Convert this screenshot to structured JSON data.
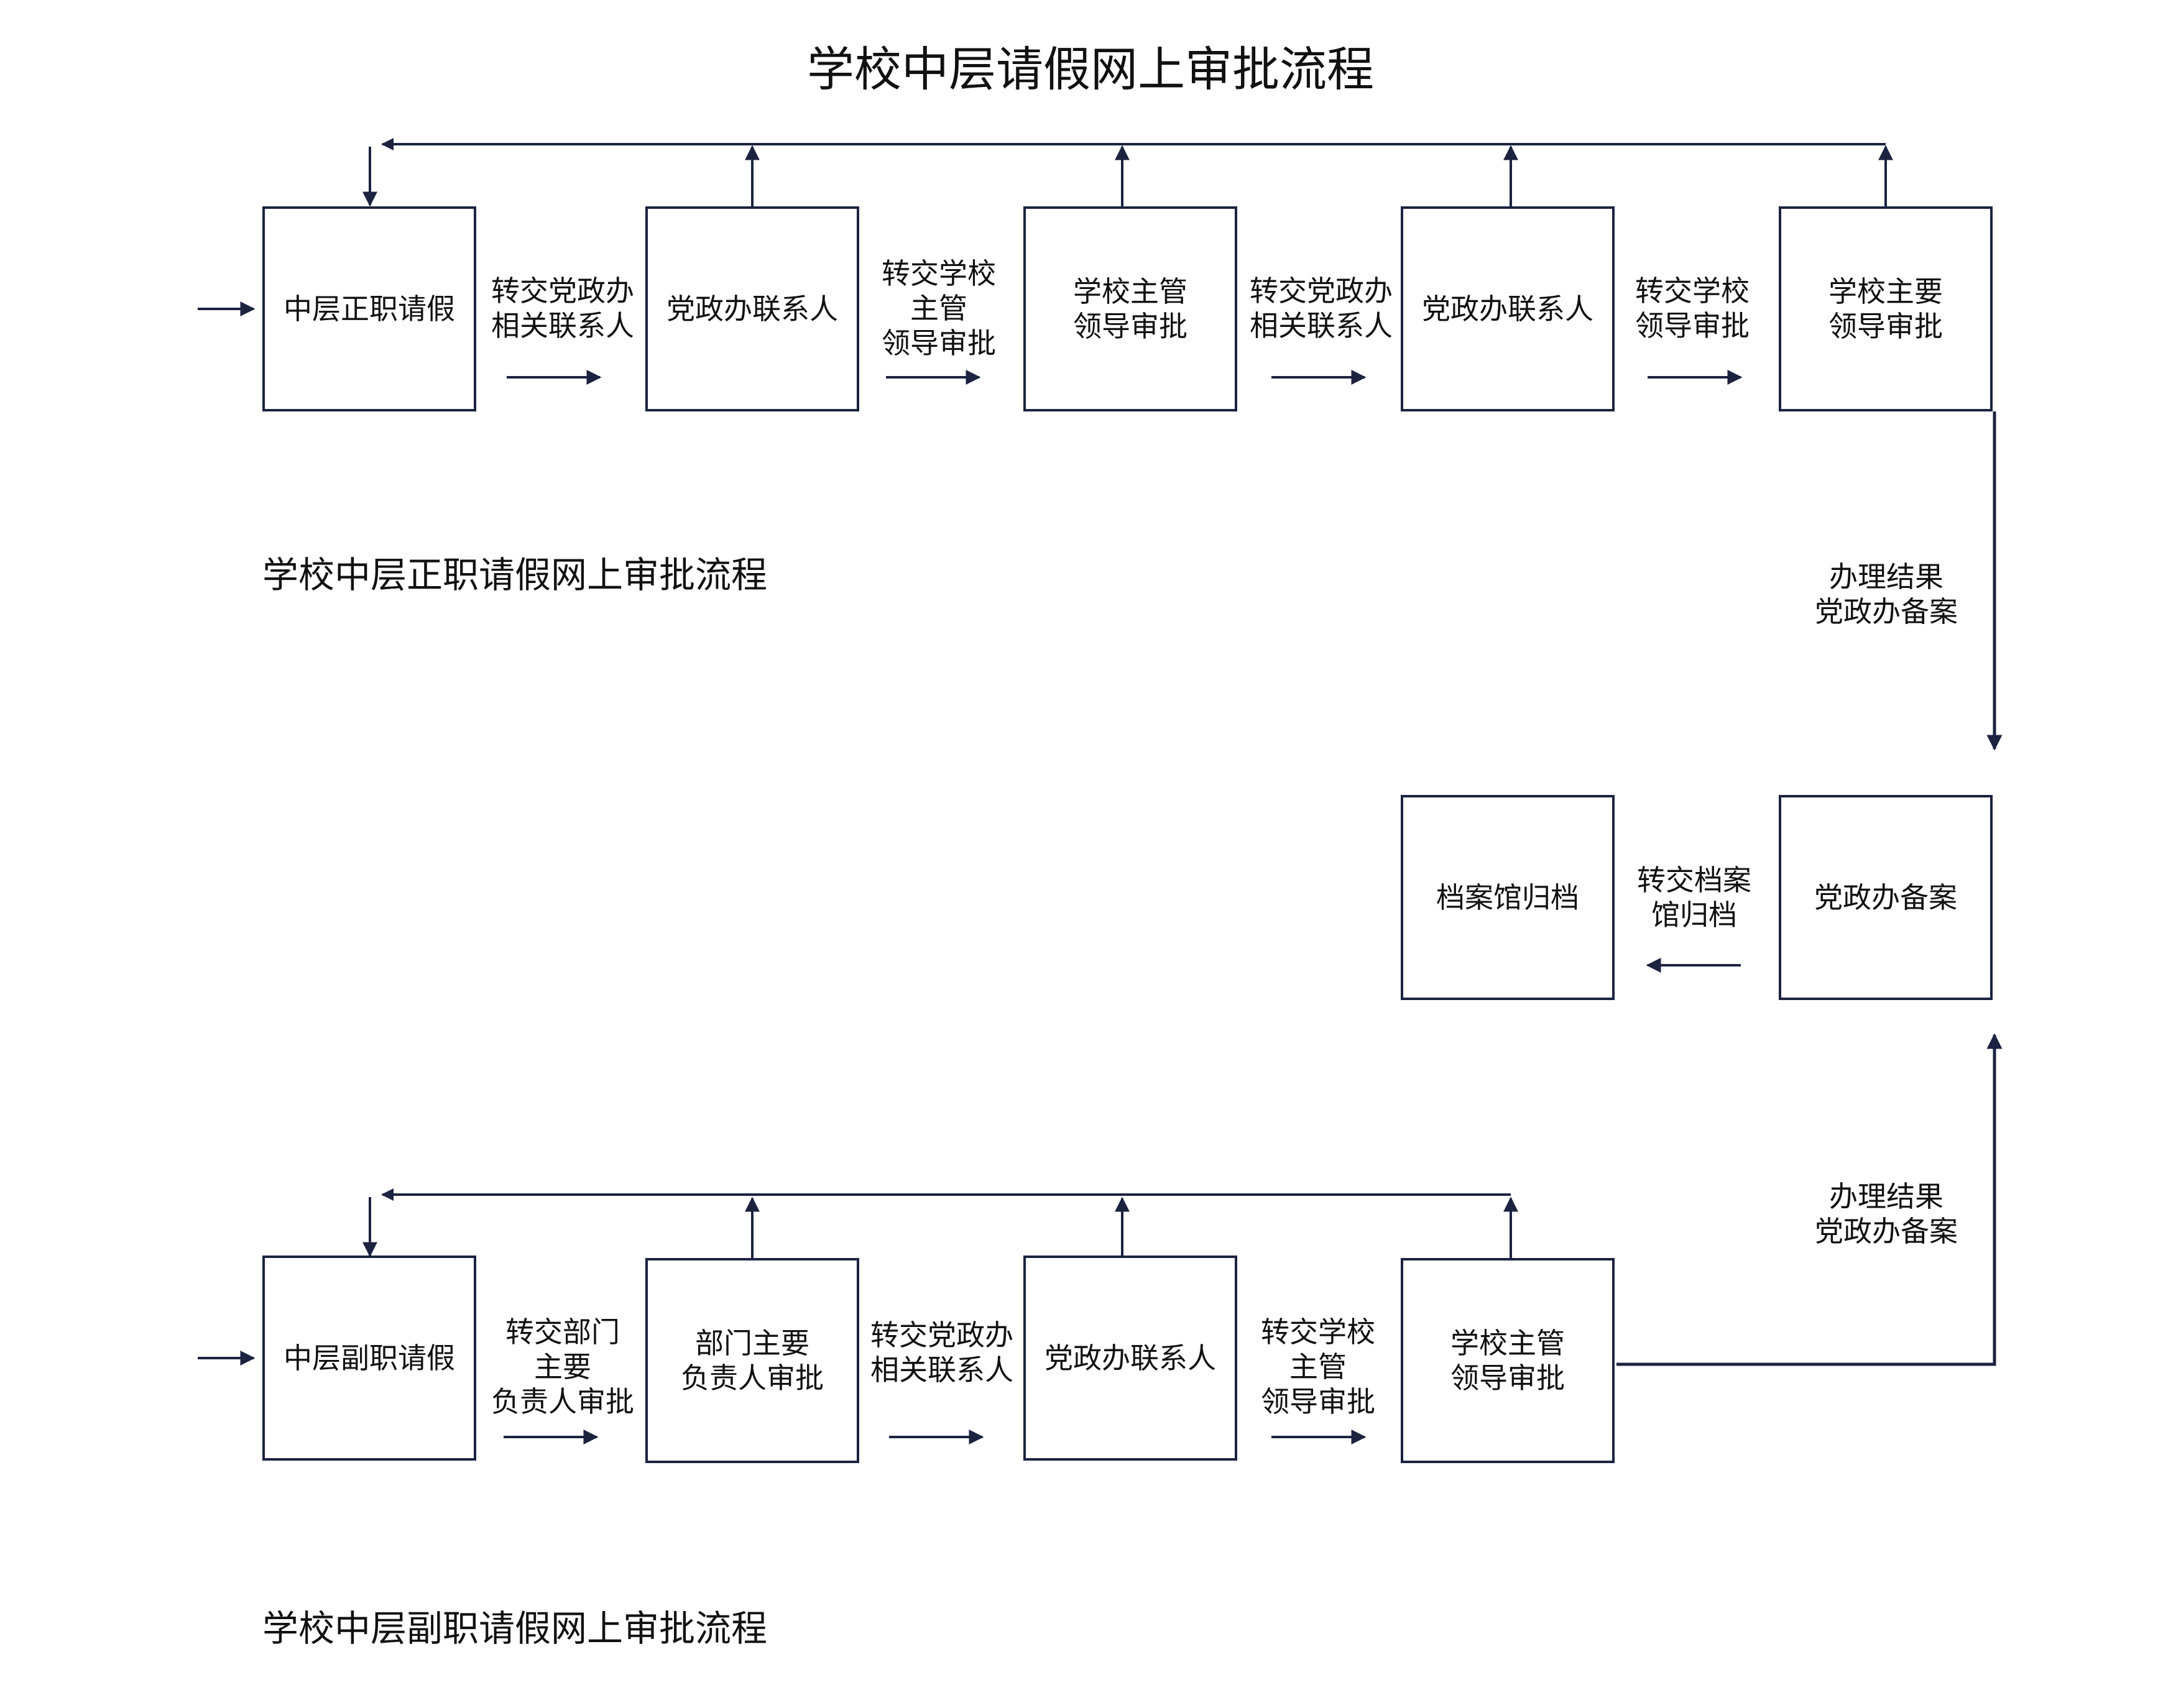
{
  "title": "学校中层请假网上审批流程",
  "flows": {
    "zhengzhi": {
      "caption": "学校中层正职请假网上审批流程",
      "steps": [
        "中层正职请假",
        "党政办联系人",
        "学校主管\n领导审批",
        "党政办联系人",
        "学校主要\n领导审批"
      ],
      "transitions": [
        "转交党政办\n相关联系人",
        "转交学校\n主管\n领导审批",
        "转交党政办\n相关联系人",
        "转交学校\n领导审批"
      ]
    },
    "fuzhi": {
      "caption": "学校中层副职请假网上审批流程",
      "steps": [
        "中层副职请假",
        "部门主要\n负责人审批",
        "党政办联系人",
        "学校主管\n领导审批"
      ],
      "transitions": [
        "转交部门\n主要\n负责人审批",
        "转交党政办\n相关联系人",
        "转交学校\n主管\n领导审批"
      ]
    }
  },
  "archive": {
    "steps": [
      "党政办备案",
      "档案馆归档"
    ],
    "transition": "转交档案\n馆归档",
    "result_label_top": "办理结果\n党政办备案",
    "result_label_bottom": "办理结果\n党政办备案"
  },
  "colors": {
    "line": "#1b2340",
    "text": "#111111",
    "background": "#ffffff"
  }
}
